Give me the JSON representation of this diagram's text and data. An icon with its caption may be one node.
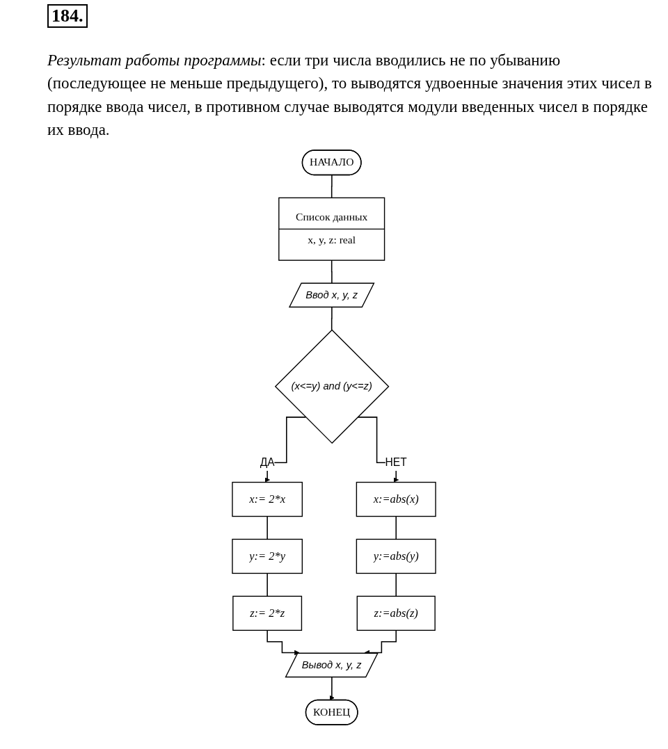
{
  "diagram": {
    "title": "184.",
    "caption": "*Результат работы программы*: если три числа вводились не по убыванию (последующее не меньше предыдущего), то выводятся удвоенные значения этих чисел в порядке ввода чисел, в противном случае выводятся модули введенных чисел в порядке их ввода.",
    "nodes": [
      {
        "text": [
          "НАЧАЛО"
        ]
      },
      {
        "text": [
          "Список данных",
          "x, y, z: real"
        ]
      },
      {
        "text": [
          "Ввод x, y, z"
        ]
      },
      {
        "text": [
          "(x<=y) and (y<=z)"
        ]
      },
      {
        "text": [
          "x:= 2*x"
        ]
      },
      {
        "text": [
          "y:= 2*y"
        ]
      },
      {
        "text": [
          "z:= 2*z"
        ]
      },
      {
        "text": [
          "x:=abs(x)"
        ]
      },
      {
        "text": [
          "y:=abs(y)"
        ]
      },
      {
        "text": [
          "z:=abs(z)"
        ]
      },
      {
        "text": [
          "Вывод x, y, z"
        ]
      },
      {
        "text": [
          "КОНЕЦ"
        ]
      }
    ],
    "edges": [
      {
        "from": 0,
        "to": 1,
        "arrow": "none"
      },
      {
        "from": 1,
        "to": 2,
        "arrow": "none"
      },
      {
        "from": 2,
        "to": 3,
        "arrow": "none"
      },
      {
        "from": 3,
        "to": 4,
        "arrow": "to",
        "label": "ДА"
      },
      {
        "from": 3,
        "to": 7,
        "arrow": "to",
        "label": "НЕТ"
      },
      {
        "from": 4,
        "to": 5,
        "arrow": "none"
      },
      {
        "from": 5,
        "to": 6,
        "arrow": "none"
      },
      {
        "from": 7,
        "to": 8,
        "arrow": "none"
      },
      {
        "from": 8,
        "to": 9,
        "arrow": "none"
      },
      {
        "from": 6,
        "to": 10,
        "arrow": "to"
      },
      {
        "from": 9,
        "to": 10,
        "arrow": "to"
      },
      {
        "from": 10,
        "to": 11,
        "arrow": "to"
      }
    ]
  }
}
